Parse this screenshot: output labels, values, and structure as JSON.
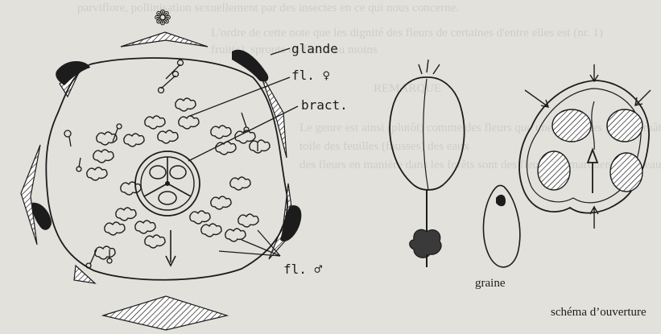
{
  "background_text": [
    "parviflore, pollinisation sexuellement par des insectes en ce qui nous concerne.",
    "L'ordre de cette note que les dignité des fleurs de certaines d'entre elles est (nr. 1)",
    "fruit(s), sprouts en fleurs au moins",
    "REMARQUE",
    "Le genre est ainsi (plutôt) comme des fleurs que une partie des graines mâtures ici",
    "toile des feuilles (fausses) des eaux",
    "des fleurs en manière dans les forêts sont des fleurs qui marquent le niveau"
  ],
  "labels": {
    "symbol": "❁",
    "glande": "glande",
    "fl_female": "fl. ♀",
    "bract": "bract.",
    "fl_male": "fl. ♂",
    "graine": "graine",
    "schema": "schéma d’ouverture"
  },
  "colors": {
    "ink": "#1c1c1c",
    "paper": "#e3e1dc",
    "faded_text": "#cfcdc7"
  }
}
